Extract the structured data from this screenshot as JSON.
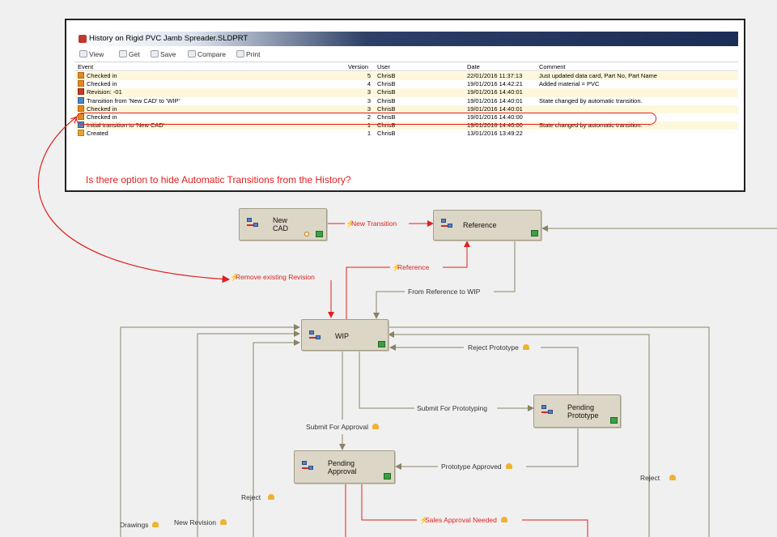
{
  "history": {
    "title": "History on Rigid PVC Jamb Spreader.SLDPRT",
    "toolbar": {
      "view": "View",
      "get": "Get",
      "save": "Save",
      "compare": "Compare",
      "print": "Print"
    },
    "columns": {
      "event": "Event",
      "version": "Version",
      "user": "User",
      "date": "Date",
      "comment": "Comment"
    },
    "rows": [
      {
        "icon": "checked-in-icon",
        "event": "Checked in",
        "version": "5",
        "user": "ChrisB",
        "date": "22/01/2016 11:37:13",
        "comment": "Just updated data card, Part No, Part Name"
      },
      {
        "icon": "checked-in-icon",
        "event": "Checked in",
        "version": "4",
        "user": "ChrisB",
        "date": "19/01/2016 14:42:21",
        "comment": "Added material = PVC"
      },
      {
        "icon": "revision-icon",
        "event": "Revision: -01",
        "version": "3",
        "user": "ChrisB",
        "date": "19/01/2016 14:40:01",
        "comment": ""
      },
      {
        "icon": "transition-icon",
        "event": "Transition from 'New CAD' to 'WIP'",
        "version": "3",
        "user": "ChrisB",
        "date": "19/01/2016 14:40:01",
        "comment": "State changed by automatic transition."
      },
      {
        "icon": "checked-in-icon",
        "event": "Checked in",
        "version": "3",
        "user": "ChrisB",
        "date": "19/01/2016 14:40:01",
        "comment": ""
      },
      {
        "icon": "checked-in-icon",
        "event": "Checked in",
        "version": "2",
        "user": "ChrisB",
        "date": "19/01/2016 14:40:00",
        "comment": ""
      },
      {
        "icon": "transition-icon",
        "event": "Initial transition to 'New CAD'",
        "version": "1",
        "user": "ChrisB",
        "date": "19/01/2016 14:40:00",
        "comment": "State changed by automatic transition."
      },
      {
        "icon": "created-icon",
        "event": "Created",
        "version": "1",
        "user": "ChrisB",
        "date": "13/01/2016 13:49:22",
        "comment": ""
      }
    ],
    "question": "Is there option to hide Automatic Transitions from the History?"
  },
  "workflow": {
    "states": {
      "new_cad": "New CAD",
      "reference": "Reference",
      "wip": "WIP",
      "pending_prototype": "Pending Prototype",
      "pending_approval": "Pending Approval"
    },
    "transitions": {
      "new_transition": "New Transition",
      "reference": "Reference",
      "remove_existing_revision": "Remove existing Revision",
      "from_reference_to_wip": "From Reference to WIP",
      "reject_prototype": "Reject Prototype",
      "submit_for_prototyping": "Submit For Prototyping",
      "submit_for_approval": "Submit For Approval",
      "prototype_approved": "Prototype Approved",
      "reject_right": "Reject",
      "reject_left": "Reject",
      "sales_approval_needed": "Sales Approval Needed",
      "drawings": "Drawings",
      "new_revision": "New Revision"
    },
    "colors": {
      "automatic": "#e02020",
      "manual": "#8a8466",
      "state_fill": "#dbd6c5",
      "highlight": "#e0201f"
    }
  }
}
